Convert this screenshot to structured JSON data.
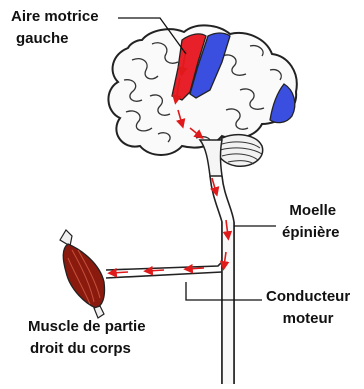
{
  "labels": {
    "motor_area": [
      "Aire motrice",
      "gauche"
    ],
    "spinal_cord": [
      "Moelle",
      "épinière"
    ],
    "motor_conductor": [
      "Conducteur",
      "moteur"
    ],
    "muscle": [
      "Muscle de partie",
      "droit du corps"
    ]
  },
  "colors": {
    "motor_cortex": "#e8202a",
    "sensory_cortex": "#3a4fe0",
    "arrow": "#e01a1a",
    "outline": "#222222",
    "muscle": "#8b1a0e"
  }
}
